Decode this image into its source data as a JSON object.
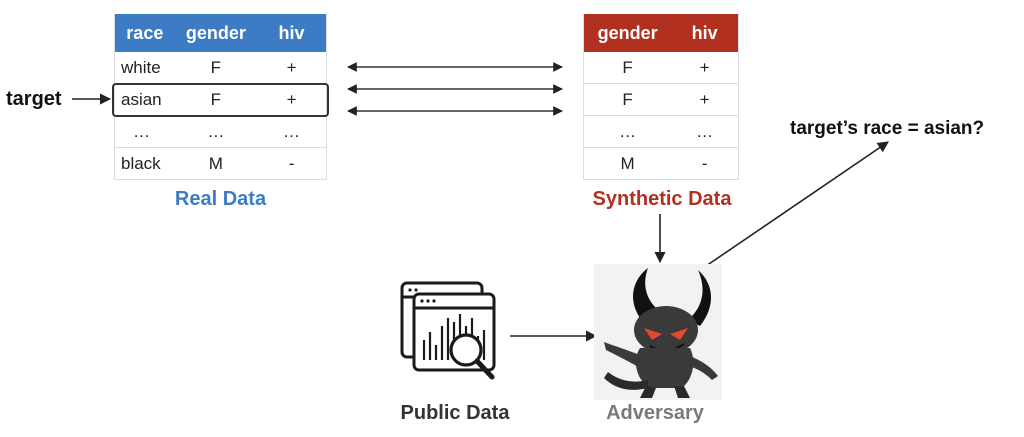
{
  "real_data": {
    "caption": "Real Data",
    "headers": [
      "race",
      "gender",
      "hiv"
    ],
    "rows": [
      [
        "white",
        "F",
        "+"
      ],
      [
        "asian",
        "F",
        "+"
      ],
      [
        "…",
        "…",
        "…"
      ],
      [
        "black",
        "M",
        "-"
      ]
    ]
  },
  "synthetic_data": {
    "caption": "Synthetic Data",
    "headers": [
      "gender",
      "hiv"
    ],
    "rows": [
      [
        "F",
        "+"
      ],
      [
        "F",
        "+"
      ],
      [
        "…",
        "…"
      ],
      [
        "M",
        "-"
      ]
    ]
  },
  "target_label": "target",
  "question": "target’s race = asian?",
  "public_data": {
    "caption": "Public Data",
    "icon": "magnifier-data-window-icon"
  },
  "adversary": {
    "caption": "Adversary",
    "icon": "devil-adversary-icon"
  },
  "colors": {
    "real": "#3d7cc4",
    "synthetic": "#b1301f",
    "adversary_caption": "#7a7a7a"
  }
}
